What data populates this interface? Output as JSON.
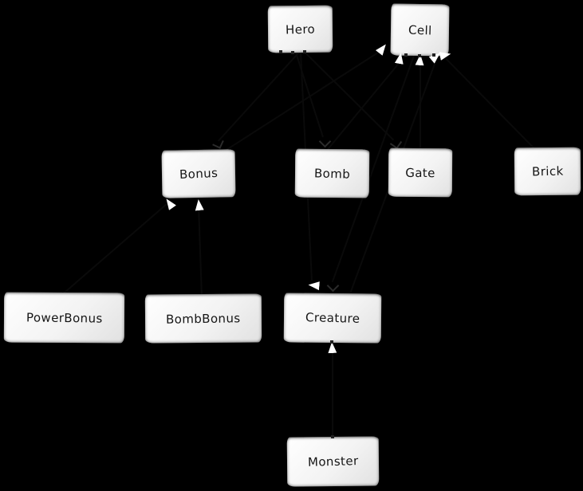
{
  "diagram": {
    "kind": "uml-class-diagram",
    "style": "handwritten-sketch-on-black",
    "classes": [
      {
        "id": "hero",
        "label": "Hero"
      },
      {
        "id": "cell",
        "label": "Cell"
      },
      {
        "id": "bonus",
        "label": "Bonus"
      },
      {
        "id": "bomb",
        "label": "Bomb"
      },
      {
        "id": "gate",
        "label": "Gate"
      },
      {
        "id": "brick",
        "label": "Brick"
      },
      {
        "id": "powerbonus",
        "label": "PowerBonus"
      },
      {
        "id": "bombbonus",
        "label": "BombBonus"
      },
      {
        "id": "creature",
        "label": "Creature"
      },
      {
        "id": "monster",
        "label": "Monster"
      }
    ],
    "arrowheads": [
      {
        "style": "solid-white-triangle",
        "near": "Cell bottom",
        "count": 5
      },
      {
        "style": "solid-white-triangle",
        "near": "Bonus bottom",
        "count": 2
      },
      {
        "style": "solid-white-triangle",
        "near": "Creature top",
        "count": 1
      },
      {
        "style": "solid-white-triangle",
        "near": "Creature bottom",
        "count": 1
      },
      {
        "style": "dark-open-chevron",
        "near": "Bonus top",
        "count": 1
      },
      {
        "style": "dark-open-chevron",
        "near": "Bomb top",
        "count": 1
      },
      {
        "style": "dark-open-chevron",
        "near": "Gate top",
        "count": 1
      },
      {
        "style": "dark-open-chevron",
        "near": "Creature top",
        "count": 1
      }
    ],
    "colors": {
      "background": "#000000",
      "node_fill_light": "#ffffff",
      "node_fill_dark": "#e1e1e1",
      "node_text": "#151515",
      "generalization_arrowhead": "#ffffff",
      "association_arrowhead": "#2b2b2b",
      "edge_line": "#0a0a0a"
    }
  }
}
